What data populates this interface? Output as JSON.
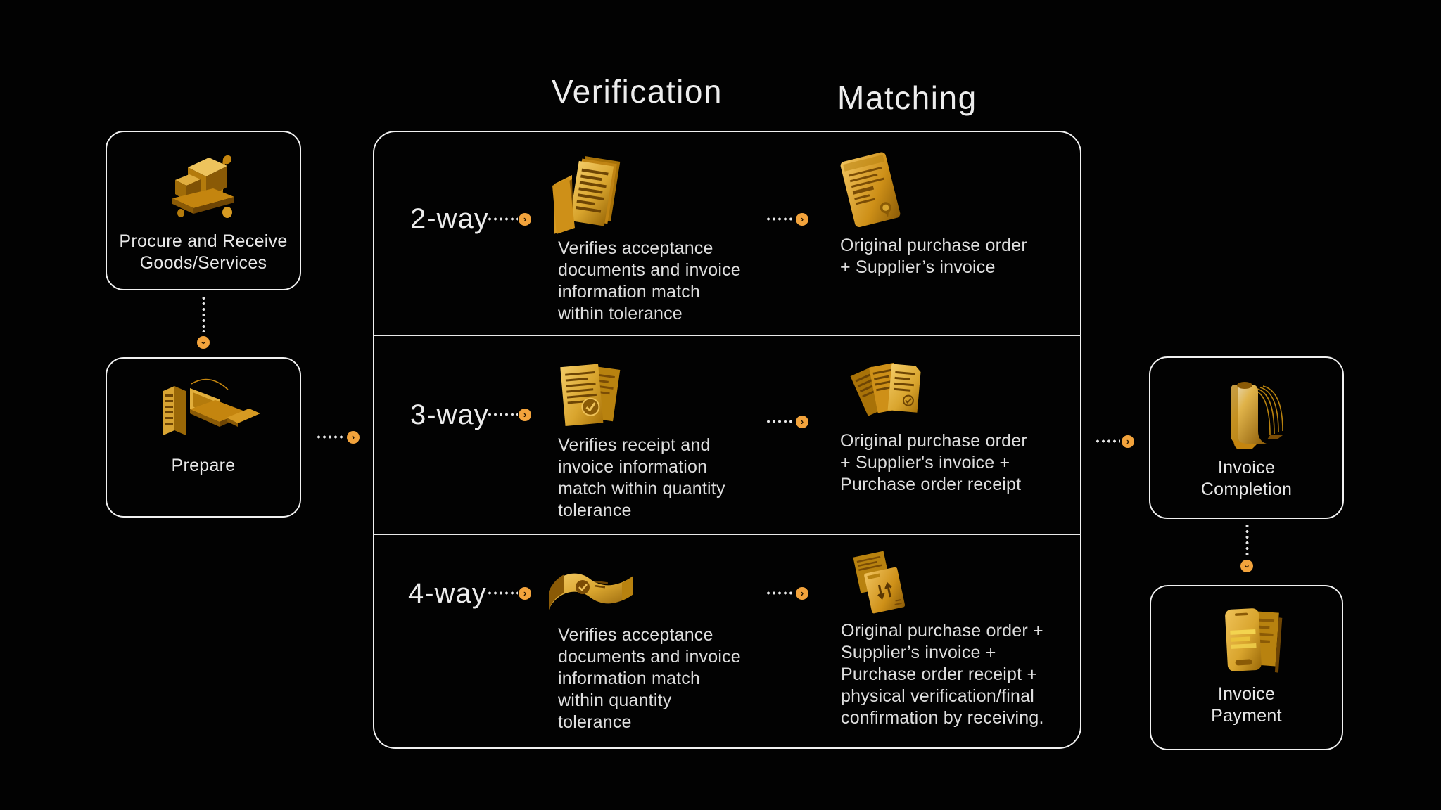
{
  "headers": {
    "verification": "Verification",
    "matching": "Matching"
  },
  "left_flow": {
    "procure": {
      "label": "Procure and Receive\nGoods/Services",
      "icon": "pallet-truck-icon"
    },
    "prepare": {
      "label": "Prepare",
      "icon": "building-laptop-icon"
    }
  },
  "matrix": {
    "rows": [
      {
        "label": "2-way",
        "verification": {
          "icon": "folder-documents-icon",
          "text": "Verifies acceptance\ndocuments and invoice\ninformation match\nwithin tolerance"
        },
        "matching": {
          "icon": "invoice-certificate-icon",
          "text": "Original purchase order\n+ Supplier’s invoice"
        }
      },
      {
        "label": "3-way",
        "verification": {
          "icon": "documents-check-icon",
          "text": "Verifies receipt and\ninvoice information\nmatch within quantity\ntolerance"
        },
        "matching": {
          "icon": "receipts-fan-icon",
          "text": "Original purchase order\n+ Supplier's invoice +\nPurchase order receipt"
        }
      },
      {
        "label": "4-way",
        "verification": {
          "icon": "scroll-ribbon-icon",
          "text": "Verifies acceptance\ndocuments and invoice\ninformation match\nwithin quantity\ntolerance"
        },
        "matching": {
          "icon": "folder-sync-icon",
          "text": "Original purchase order +\nSupplier’s invoice +\nPurchase order receipt +\nphysical verification/final\nconfirmation by receiving."
        }
      }
    ]
  },
  "right_flow": {
    "completion": {
      "label": "Invoice\nCompletion",
      "icon": "invoice-scroll-icon"
    },
    "payment": {
      "label": "Invoice\nPayment",
      "icon": "phone-card-icon"
    }
  },
  "colors": {
    "background": "#020202",
    "accent_orange": "#F2A33C",
    "gold_light": "#EFC258",
    "gold_mid": "#C4850F",
    "gold_dark": "#7A4C05",
    "border_white": "#F1F1F1",
    "text": "#E3E3E3"
  }
}
